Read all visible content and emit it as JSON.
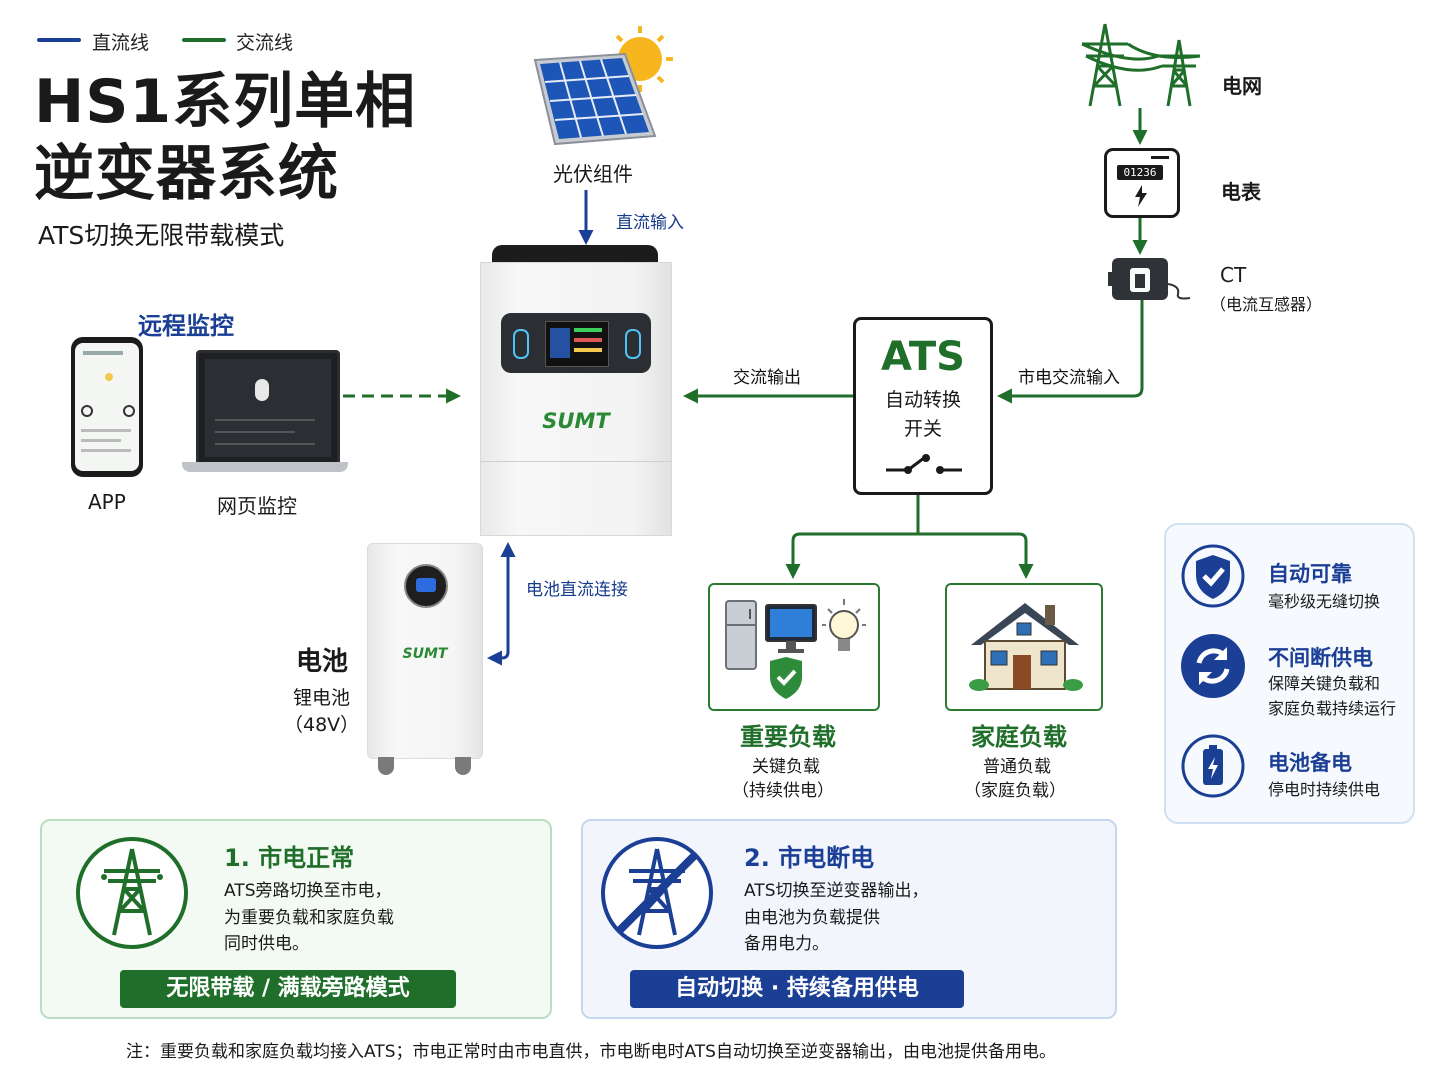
{
  "legend": {
    "dc_label": "直流线",
    "ac_label": "交流线",
    "dc_color": "#1c3f96",
    "ac_color": "#1f6e2a"
  },
  "title": {
    "line1": "HS1系列单相",
    "line2": "逆变器系统",
    "subtitle": "ATS切换无限带载模式"
  },
  "pv": {
    "label": "光伏组件",
    "arrow_label": "直流输入"
  },
  "grid": {
    "label": "电网",
    "meter_label": "电表",
    "meter_display": "01236",
    "ct_label": "CT",
    "ct_sub": "（电流互感器）",
    "ac_input_label": "市电交流输入"
  },
  "remote": {
    "title": "远程监控",
    "app_label": "APP",
    "web_label": "网页监控"
  },
  "inverter": {
    "brand": "SUMT",
    "ac_output_label": "交流输出"
  },
  "ats": {
    "title": "ATS",
    "line1": "自动转换",
    "line2": "开关"
  },
  "battery": {
    "title": "电池",
    "type": "锂电池",
    "voltage": "（48V）",
    "brand": "SUMT",
    "link_label": "电池直流连接"
  },
  "loads": {
    "critical": {
      "title": "重要负载",
      "line1": "关键负载",
      "line2": "（持续供电）"
    },
    "home": {
      "title": "家庭负载",
      "line1": "普通负载",
      "line2": "（家庭负载）"
    }
  },
  "features": [
    {
      "title": "自动可靠",
      "desc1": "毫秒级无缝切换",
      "desc2": "",
      "icon": "shield-check-icon"
    },
    {
      "title": "不间断供电",
      "desc1": "保障关键负载和",
      "desc2": "家庭负载持续运行",
      "icon": "refresh-icon"
    },
    {
      "title": "电池备电",
      "desc1": "停电时持续供电",
      "desc2": "",
      "icon": "battery-icon"
    }
  ],
  "modes": {
    "normal": {
      "title": "1. 市电正常",
      "line1": "ATS旁路切换至市电，",
      "line2": "为重要负载和家庭负载",
      "line3": "同时供电。",
      "bar": "无限带载 / 满载旁路模式",
      "color": "#1f6e2a"
    },
    "outage": {
      "title": "2. 市电断电",
      "line1": "ATS切换至逆变器输出，",
      "line2": "由电池为负载提供",
      "line3": "备用电力。",
      "bar": "自动切换 · 持续备用供电",
      "color": "#1c3f96"
    }
  },
  "note": "注：重要负载和家庭负载均接入ATS；市电正常时由市电直供，市电断电时ATS自动切换至逆变器输出，由电池提供备用电。"
}
